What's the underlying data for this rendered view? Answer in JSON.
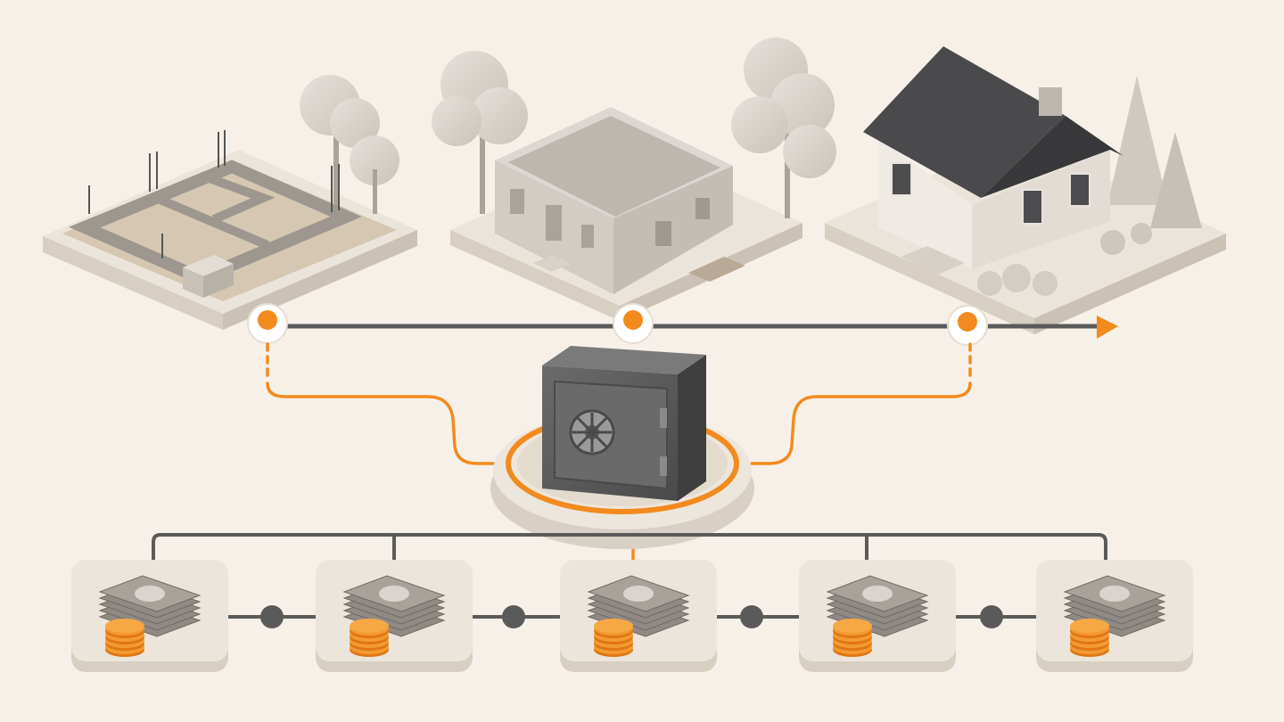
{
  "palette": {
    "background": "#f6f0e8",
    "platform_top": "#ebe4da",
    "platform_side": "#d8cfc3",
    "accent_orange": "#f28a1e",
    "dark_line": "#5a5a5a",
    "safe_body": "#5e5e5e",
    "roof": "#4a4a4c",
    "concrete": "#cfc9c2"
  },
  "icons": {
    "stage_1": "foundation-icon",
    "stage_2": "walls-icon",
    "stage_3": "finished-house-icon",
    "center": "safe-vault-icon",
    "payments": "money-stack-icon"
  },
  "stages": [
    {
      "name": "foundation"
    },
    {
      "name": "walls"
    },
    {
      "name": "finished-house"
    }
  ],
  "payments": [
    {
      "name": "payment-1"
    },
    {
      "name": "payment-2"
    },
    {
      "name": "payment-3"
    },
    {
      "name": "payment-4"
    },
    {
      "name": "payment-5"
    }
  ]
}
